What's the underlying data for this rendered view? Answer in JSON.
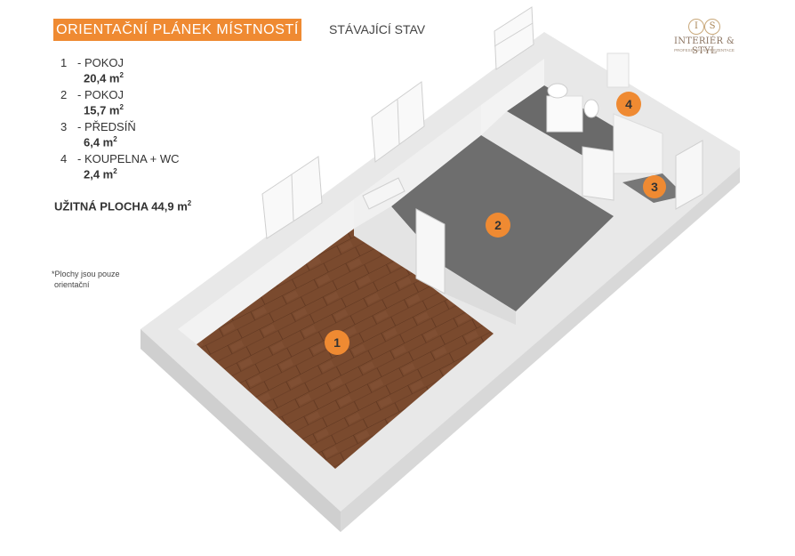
{
  "header": {
    "title": "ORIENTAČNÍ PLÁNEK MÍSTNOSTÍ",
    "subtitle": "STÁVAJÍCÍ STAV"
  },
  "logo": {
    "mark_left": "I",
    "mark_right": "S",
    "name": "INTERIÉR & STYL",
    "tagline": "PROFESIONÁLNÍ PREZENTACE"
  },
  "legend": [
    {
      "num": "1",
      "name": "- POKOJ",
      "area": "20,4 m",
      "unit_sup": "2"
    },
    {
      "num": "2",
      "name": "- POKOJ",
      "area": "15,7 m",
      "unit_sup": "2"
    },
    {
      "num": "3",
      "name": "- PŘEDSÍŇ",
      "area": "6,4 m",
      "unit_sup": "2"
    },
    {
      "num": "4",
      "name": "- KOUPELNA + WC",
      "area": "2,4 m",
      "unit_sup": "2"
    }
  ],
  "total": {
    "label": "UŽITNÁ PLOCHA 44,9 m",
    "unit_sup": "2"
  },
  "note": {
    "line1": "*Plochy jsou pouze",
    "line2": "orientační"
  },
  "markers": [
    "1",
    "2",
    "3",
    "4"
  ],
  "colors": {
    "accent": "#ef8a32",
    "wall": "#e6e6e6",
    "wood_floor": "#7a4a2e",
    "grey_floor": "#6f6f6f"
  }
}
